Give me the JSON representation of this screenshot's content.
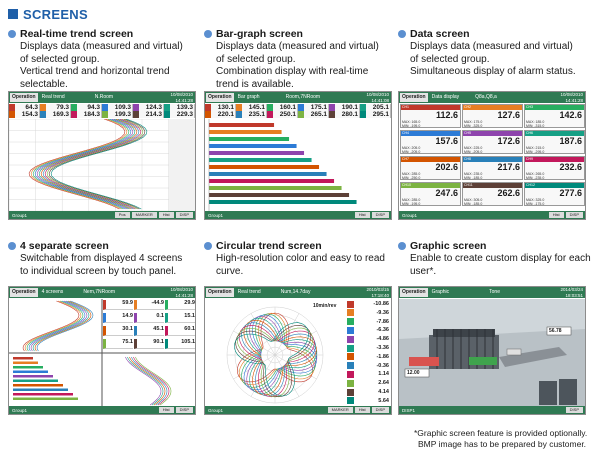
{
  "heading": "SCREENS",
  "screens": [
    {
      "title": "Real-time trend screen",
      "desc": [
        "Displays data (measured and virtual)",
        "of selected group.",
        "Vertical trend and horizontal trend",
        "selectable."
      ],
      "ui": {
        "mode": "Operation",
        "name": "Real trend",
        "group": "N.Room",
        "date": "10/08/2010",
        "time": "14:41:28",
        "row1": [
          "64.3",
          "79.3",
          "94.3",
          "109.3",
          "124.3",
          "139.3"
        ],
        "row2": [
          "154.3",
          "169.3",
          "184.3",
          "199.3",
          "214.3",
          "229.3"
        ],
        "footer": "Group1",
        "buttons": [
          "Pos",
          "MARKER",
          "Hist",
          "DISP"
        ]
      }
    },
    {
      "title": "Bar-graph screen",
      "desc": [
        "Displays data (measured and virtual)",
        "of selected group.",
        "Combination display with real-time",
        "trend is available."
      ],
      "ui": {
        "mode": "Operation",
        "name": "Bar graph",
        "group": "Room,7NRoom",
        "date": "10/08/2010",
        "time": "14:41:08",
        "row1": [
          "130.1",
          "145.1",
          "160.1",
          "175.1",
          "190.1",
          "205.1"
        ],
        "row2": [
          "220.1",
          "235.1",
          "250.1",
          "265.1",
          "280.1",
          "295.1"
        ],
        "footer": "Group1",
        "buttons": [
          "Hist",
          "DISP"
        ]
      }
    },
    {
      "title": "Data screen",
      "desc": [
        "Displays data (measured and virtual)",
        "of selected group.",
        "Simultaneous display of alarm status."
      ],
      "ui": {
        "mode": "Operation",
        "name": "Data display",
        "group": "Q8a,Q8,a",
        "date": "10/08/2010",
        "time": "14:41:28",
        "channels": [
          "CH1",
          "CH2",
          "CH3",
          "CH4",
          "CH5",
          "CH6",
          "CH7",
          "CH8",
          "CH9",
          "CH10",
          "CH11",
          "CH12"
        ],
        "values": [
          "112.6",
          "127.6",
          "142.6",
          "157.6",
          "172.6",
          "187.6",
          "202.6",
          "217.6",
          "232.6",
          "247.6",
          "262.6",
          "277.6"
        ],
        "maxmin": [
          "MAX: 165.0|MIN: -195.0",
          "MAX: 175.0|MIN: -325.0",
          "MAX: 185.0|MIN: -315.0",
          "MAX: 205.0|MIN: -205.0",
          "MAX: 225.0|MIN: -205.0",
          "MAX: 215.0|MIN: -295.0",
          "MAX: 285.0|MIN: -250.0",
          "MAX: 235.0|MIN: -185.0",
          "MAX: 265.0|MIN: -235.0",
          "MAX: 285.0|MIN: -195.0",
          "MAX: 305.0|MIN: -185.0",
          "MAX: 325.0|MIN: -175.0"
        ],
        "footer": "Group1",
        "buttons": [
          "Hist",
          "DISP"
        ]
      }
    },
    {
      "title": "4 separate screen",
      "desc": [
        "Switchable from displayed 4 screens",
        "to individual screen by touch panel."
      ],
      "ui": {
        "mode": "Operation",
        "name": "4 screens",
        "group": "Nem,7NRoom",
        "date": "10/08/2010",
        "time": "14:41:28",
        "values": [
          "59.9",
          "-44.9",
          "29.9",
          "14.9",
          "0.1",
          "15.1",
          "30.1",
          "45.1",
          "60.1",
          "75.1",
          "90.1",
          "105.1"
        ],
        "footer": "Group1",
        "buttons": [
          "Hist",
          "DISP"
        ]
      }
    },
    {
      "title": "Circular trend screen",
      "desc": [
        "High-resolution color and easy to read",
        "curve."
      ],
      "ui": {
        "mode": "Operation",
        "name": "Real trend",
        "group": "Num,14.7day",
        "date": "2010/03/15",
        "time": "17:18:40",
        "rate": "10min/rev",
        "scale": [
          "-10.86",
          "-9.36",
          "-7.86",
          "-6.36",
          "-4.86",
          "-3.36",
          "-1.86",
          "-0.36",
          "1.14",
          "2.64",
          "4.14",
          "5.64"
        ],
        "footer": "Group1",
        "buttons": [
          "MARKER",
          "Hist",
          "DISP"
        ]
      }
    },
    {
      "title": "Graphic screen",
      "desc": [
        "Enable to create custom display for each",
        "user*."
      ],
      "ui": {
        "mode": "Operation",
        "name": "Graphic",
        "group": "Tone",
        "date": "2014/03/24",
        "time": "18:03:51",
        "value_a": "12.00",
        "value_b": "56.78",
        "footer": "DISP1",
        "buttons": [
          "DISP"
        ]
      }
    }
  ],
  "footnote": [
    "*Graphic screen feature is provided optionally.",
    "BMP image has to be prepared by customer."
  ],
  "colors": {
    "heading": "#1f5fa8",
    "bullet": "#5b8fd0",
    "statusbar": "#2f7a53",
    "channel_palette": [
      "#c0392b",
      "#e67e22",
      "#27ae60",
      "#2c7bd6",
      "#8e44ad",
      "#16a085",
      "#d35400",
      "#2980b9",
      "#c2185b",
      "#7cb342",
      "#5d4037",
      "#00897b"
    ]
  }
}
